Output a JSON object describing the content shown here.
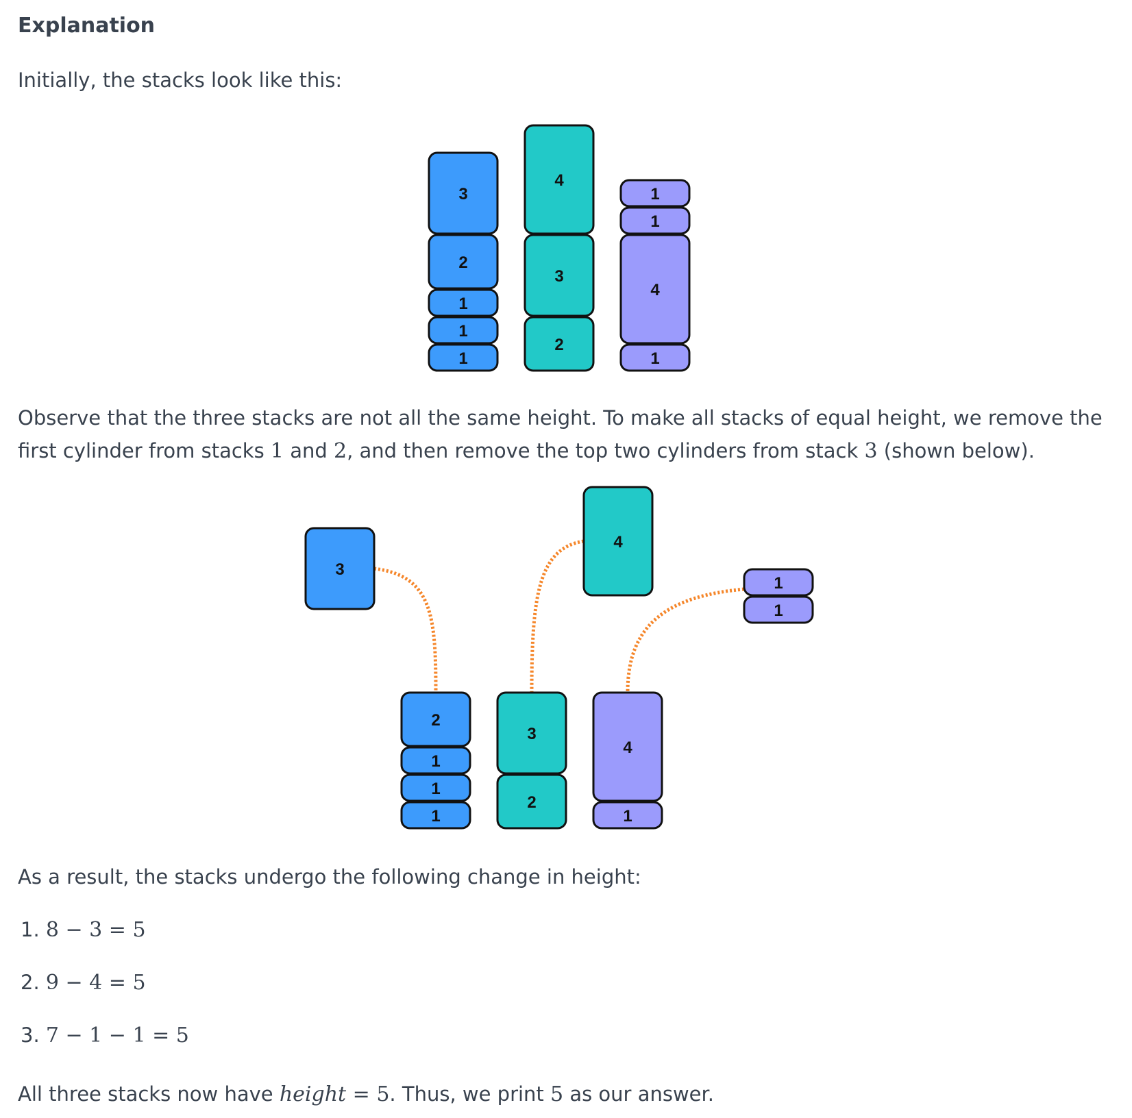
{
  "heading": "Explanation",
  "intro": "Initially, the stacks look like this:",
  "observe": {
    "line1": "Observe that the three stacks are not all the same height. To make all stacks of equal height, we remove the",
    "line2_a": "first cylinder from stacks ",
    "stack_a": "1",
    "line2_b": " and ",
    "stack_b": "2",
    "line2_c": ", and then remove the top two cylinders from stack ",
    "stack_c": "3",
    "line2_d": " (shown below)."
  },
  "result_intro": "As a result, the stacks undergo the following change in height:",
  "steps": [
    {
      "num": "1.",
      "expr": "8 − 3 = 5"
    },
    {
      "num": "2.",
      "expr": "9 − 4 = 5"
    },
    {
      "num": "3.",
      "expr": "7 − 1 − 1 = 5"
    }
  ],
  "conclusion": {
    "a": "All three stacks now have ",
    "var": "height",
    "eq": " = 5",
    "b": ". Thus, we print ",
    "val": "5",
    "c": " as our answer."
  },
  "colors": {
    "stack1": "#3d9bfc",
    "stack2": "#22c9c8",
    "stack3": "#9b9bfc",
    "arrow": "#f5862a",
    "outline": "#111111"
  },
  "figure1": {
    "stacks": [
      {
        "cylinders": [
          "3",
          "2",
          "1",
          "1",
          "1"
        ]
      },
      {
        "cylinders": [
          "4",
          "3",
          "2"
        ]
      },
      {
        "cylinders": [
          "1",
          "1",
          "4",
          "1"
        ]
      }
    ]
  },
  "figure2": {
    "removed": [
      {
        "stack": 1,
        "cylinders": [
          "3"
        ]
      },
      {
        "stack": 2,
        "cylinders": [
          "4"
        ]
      },
      {
        "stack": 3,
        "cylinders": [
          "1",
          "1"
        ]
      }
    ],
    "remaining": [
      {
        "cylinders": [
          "2",
          "1",
          "1",
          "1"
        ]
      },
      {
        "cylinders": [
          "3",
          "2"
        ]
      },
      {
        "cylinders": [
          "4",
          "1"
        ]
      }
    ]
  }
}
